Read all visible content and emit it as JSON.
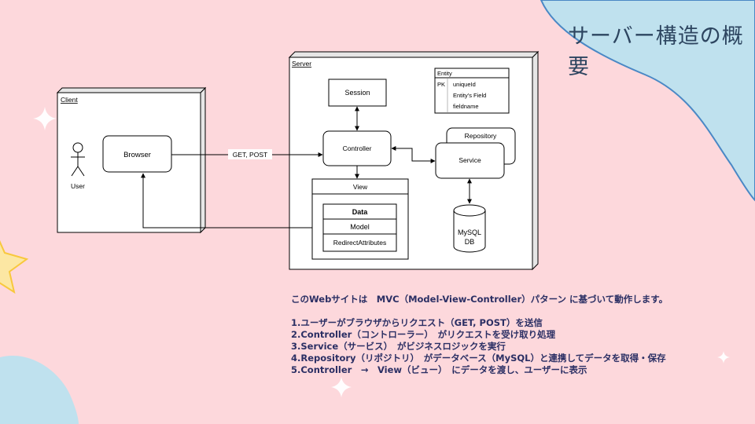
{
  "slide": {
    "title": "サーバー構造の概要",
    "colors": {
      "background": "#fdd8dc",
      "blob": "#bfe1ee",
      "blob_outline": "#4a88c5",
      "star": "#fce7a3",
      "text_dark": "#2b2f64"
    }
  },
  "diagram": {
    "client_label": "Client",
    "server_label": "Server",
    "user_label": "User",
    "browser_label": "Browser",
    "request_label": "GET, POST",
    "session_label": "Session",
    "controller_label": "Controller",
    "view_label": "View",
    "data_header": "Data",
    "data_rows": [
      "Model",
      "RedirectAttributes"
    ],
    "entity": {
      "title": "Entity",
      "pk_label": "PK",
      "fields": [
        "uniqueId",
        "Entity's Field",
        "fieldname"
      ]
    },
    "repository_label": "Repository",
    "service_label": "Service",
    "db_label_1": "MySQL",
    "db_label_2": "DB"
  },
  "description": {
    "intro": "このWebサイトは　MVC（Model-View-Controller）パターン に基づいて動作します。",
    "steps": [
      "1.ユーザーがブラウザからリクエスト（GET, POST）を送信",
      "2.Controller（コントローラー）　がリクエストを受け取り処理",
      "3.Service（サービス）　がビジネスロジックを実行",
      "4.Repository（リポジトリ）　がデータベース（MySQL）と連携してデータを取得・保存",
      "5.Controller　→　View（ビュー）　にデータを渡し、ユーザーに表示"
    ]
  }
}
